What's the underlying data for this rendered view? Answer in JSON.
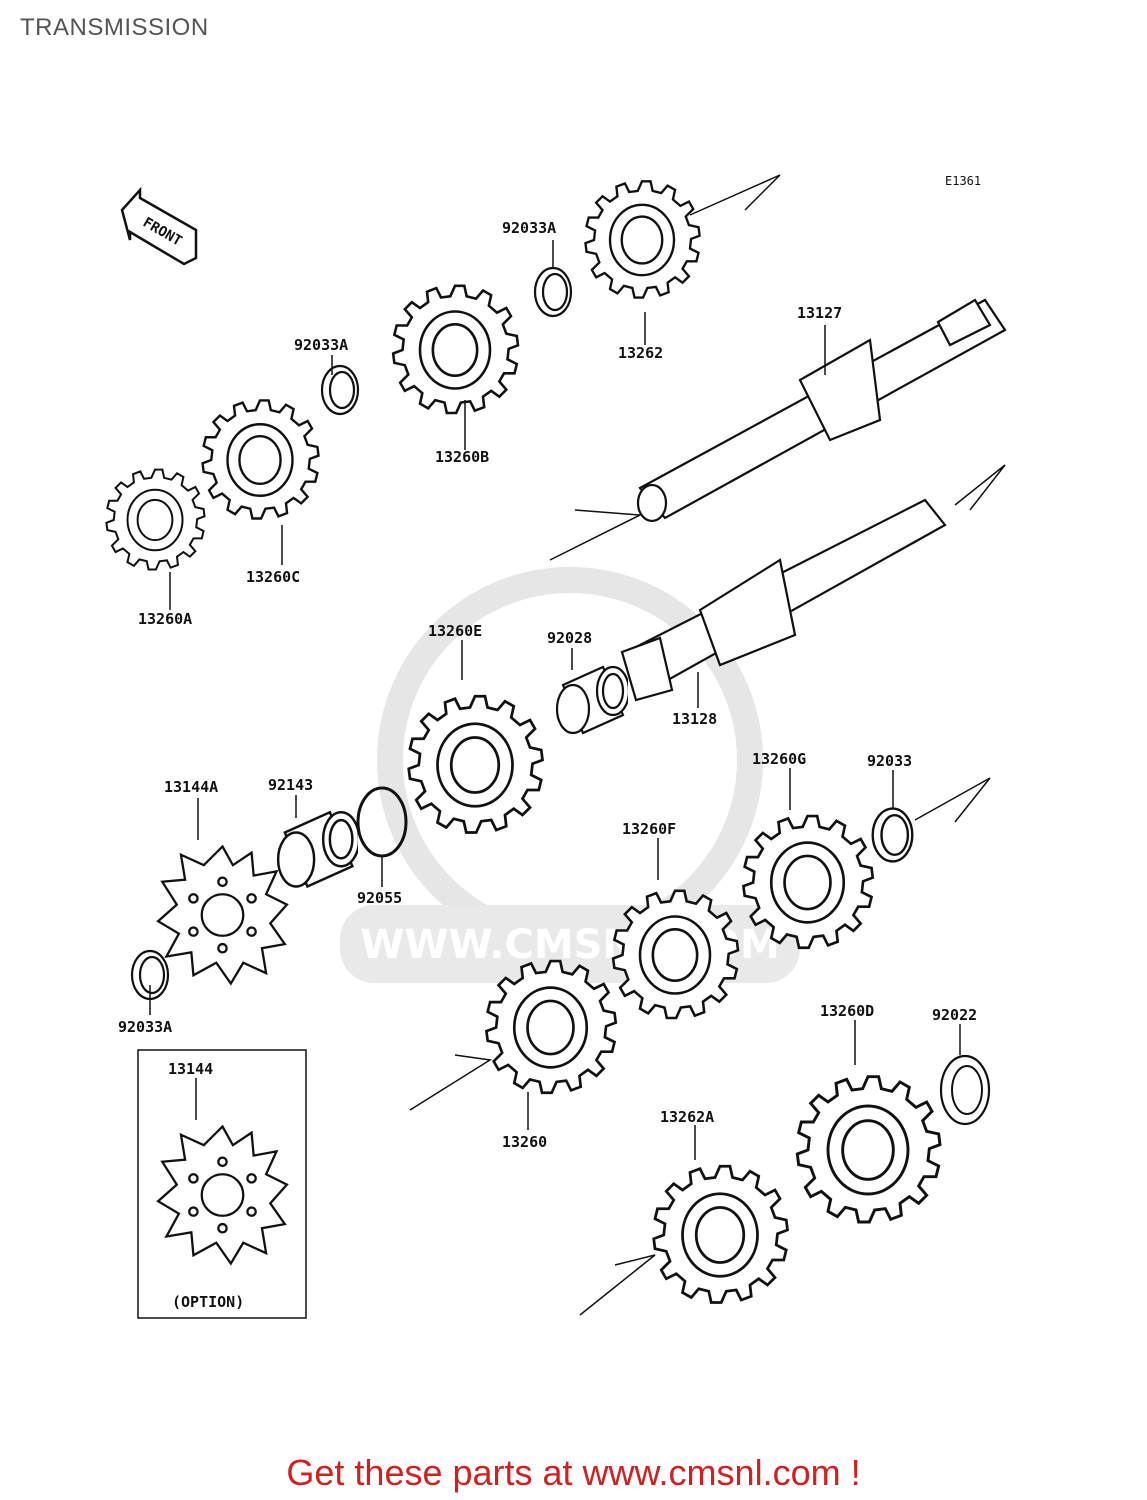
{
  "page": {
    "title": "TRANSMISSION"
  },
  "diagram": {
    "ref_code": "E1361",
    "front_label": "FRONT",
    "watermark": "WWW.CMSNL.COM",
    "option_label": "(OPTION)",
    "parts": {
      "p13262": "13262",
      "p92033A_1": "92033A",
      "p13127": "13127",
      "p92033A_2": "92033A",
      "p13260B": "13260B",
      "p13260C": "13260C",
      "p13260A": "13260A",
      "p13260E": "13260E",
      "p92028": "92028",
      "p13128": "13128",
      "p13144A": "13144A",
      "p92143": "92143",
      "p92055": "92055",
      "p92033A_3": "92033A",
      "p13260G": "13260G",
      "p92033": "92033",
      "p13260F": "13260F",
      "p13260": "13260",
      "p13260D": "13260D",
      "p92022": "92022",
      "p13262A": "13262A",
      "p13144": "13144"
    }
  },
  "footer": {
    "text": "Get these parts at www.cmsnl.com !"
  }
}
